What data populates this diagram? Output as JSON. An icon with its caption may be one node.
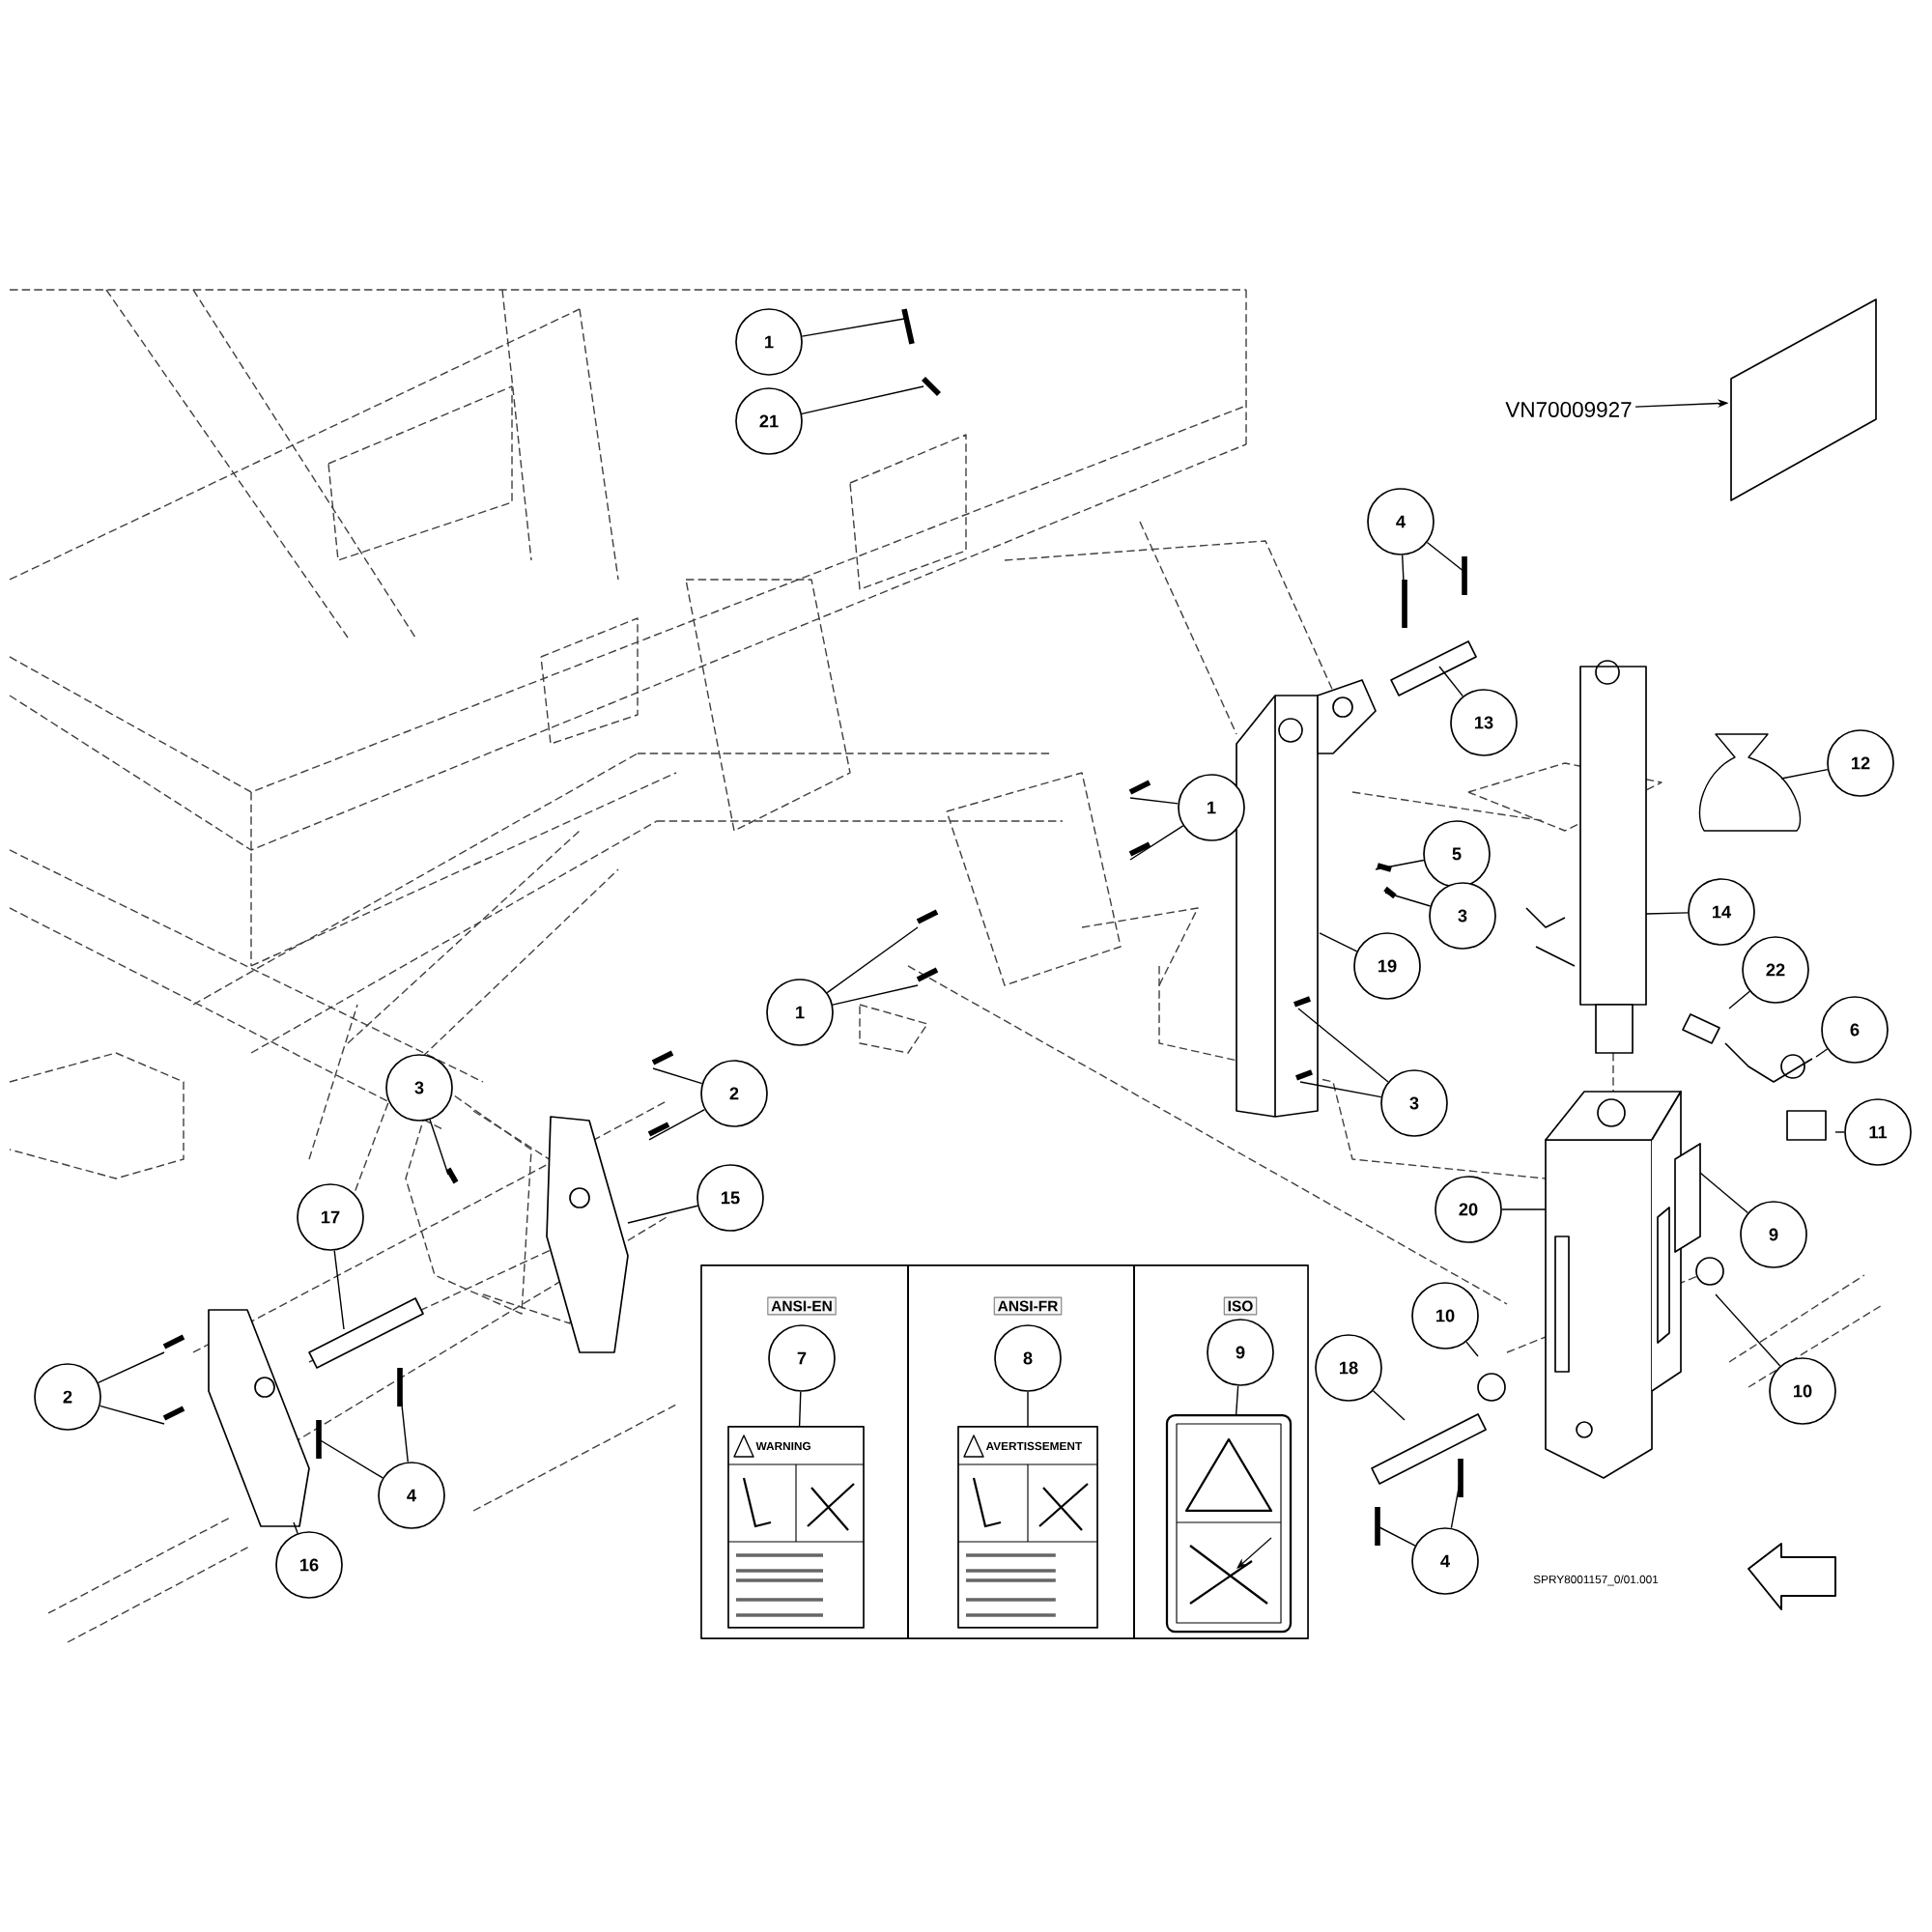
{
  "diagram": {
    "nodes": [
      {
        "text": [
          "1"
        ]
      },
      {
        "text": [
          "21"
        ]
      },
      {
        "text": [
          "VN70009927"
        ]
      },
      {
        "text": [],
        "shape": "box"
      },
      {
        "text": [
          "4"
        ]
      },
      {
        "text": [
          "13"
        ]
      },
      {
        "text": [
          "12"
        ]
      },
      {
        "text": [
          "1"
        ]
      },
      {
        "text": [
          "5"
        ]
      },
      {
        "text": [
          "14"
        ]
      },
      {
        "text": [
          "3"
        ]
      },
      {
        "text": [
          "19"
        ]
      },
      {
        "text": [
          "22"
        ]
      },
      {
        "text": [
          "1"
        ]
      },
      {
        "text": [
          "6"
        ]
      },
      {
        "text": [
          "3"
        ]
      },
      {
        "text": [
          "2"
        ]
      },
      {
        "text": [
          "3"
        ]
      },
      {
        "text": [
          "11"
        ]
      },
      {
        "text": [
          "15"
        ]
      },
      {
        "text": [
          "20"
        ]
      },
      {
        "text": [
          "17"
        ]
      },
      {
        "text": [
          "9"
        ]
      },
      {
        "text": [
          "ANSI-EN"
        ]
      },
      {
        "text": [
          "7"
        ],
        "in": 23
      },
      {
        "text": [
          "WARNING"
        ],
        "in": 23
      },
      {
        "text": [
          "ANSI-FR"
        ]
      },
      {
        "text": [
          "8"
        ],
        "in": 26
      },
      {
        "text": [
          "AVERTISSEMENT"
        ],
        "in": 26
      },
      {
        "text": [
          "ISO"
        ]
      },
      {
        "text": [
          "9"
        ],
        "in": 29
      },
      {
        "text": [],
        "shape": "box",
        "in": 29
      },
      {
        "text": [
          "10"
        ]
      },
      {
        "text": [
          "18"
        ]
      },
      {
        "text": [
          "2"
        ]
      },
      {
        "text": [
          "10"
        ]
      },
      {
        "text": [
          "4"
        ]
      },
      {
        "text": [
          "4"
        ]
      },
      {
        "text": [
          "16"
        ]
      }
    ],
    "edges": [
      {
        "from": 0,
        "to": null,
        "arrow": "none"
      },
      {
        "from": 1,
        "to": null,
        "arrow": "none"
      },
      {
        "from": 2,
        "to": 3,
        "arrow": "to"
      },
      {
        "from": 4,
        "to": null,
        "arrow": "none"
      },
      {
        "from": 4,
        "to": null,
        "arrow": "none"
      },
      {
        "from": 5,
        "to": null,
        "arrow": "none"
      },
      {
        "from": 6,
        "to": null,
        "arrow": "none"
      },
      {
        "from": 7,
        "to": null,
        "arrow": "none"
      },
      {
        "from": 7,
        "to": null,
        "arrow": "none"
      },
      {
        "from": 8,
        "to": null,
        "arrow": "none"
      },
      {
        "from": 9,
        "to": null,
        "arrow": "none"
      },
      {
        "from": 10,
        "to": null,
        "arrow": "none"
      },
      {
        "from": 11,
        "to": null,
        "arrow": "none"
      },
      {
        "from": 12,
        "to": null,
        "arrow": "none"
      },
      {
        "from": 13,
        "to": null,
        "arrow": "none"
      },
      {
        "from": 13,
        "to": null,
        "arrow": "none"
      },
      {
        "from": 14,
        "to": null,
        "arrow": "none"
      },
      {
        "from": 15,
        "to": null,
        "arrow": "none"
      },
      {
        "from": 16,
        "to": null,
        "arrow": "none"
      },
      {
        "from": 16,
        "to": null,
        "arrow": "none"
      },
      {
        "from": 17,
        "to": null,
        "arrow": "none"
      },
      {
        "from": 17,
        "to": null,
        "arrow": "none"
      },
      {
        "from": 18,
        "to": null,
        "arrow": "none"
      },
      {
        "from": 19,
        "to": null,
        "arrow": "none"
      },
      {
        "from": 20,
        "to": null,
        "arrow": "none"
      },
      {
        "from": 21,
        "to": null,
        "arrow": "none"
      },
      {
        "from": 22,
        "to": null,
        "arrow": "none"
      },
      {
        "from": 24,
        "to": 25,
        "arrow": "none"
      },
      {
        "from": 27,
        "to": 28,
        "arrow": "none"
      },
      {
        "from": 30,
        "to": 31,
        "arrow": "none"
      },
      {
        "from": 32,
        "to": null,
        "arrow": "none"
      },
      {
        "from": 33,
        "to": null,
        "arrow": "none"
      },
      {
        "from": 34,
        "to": null,
        "arrow": "none"
      },
      {
        "from": 34,
        "to": null,
        "arrow": "none"
      },
      {
        "from": 35,
        "to": null,
        "arrow": "none"
      },
      {
        "from": 36,
        "to": null,
        "arrow": "none"
      },
      {
        "from": 36,
        "to": null,
        "arrow": "none"
      },
      {
        "from": 37,
        "to": null,
        "arrow": "none"
      },
      {
        "from": 37,
        "to": null,
        "arrow": "none"
      },
      {
        "from": 38,
        "to": null,
        "arrow": "none"
      }
    ],
    "labels": [
      "SPRY8001157_0/01.001"
    ]
  }
}
